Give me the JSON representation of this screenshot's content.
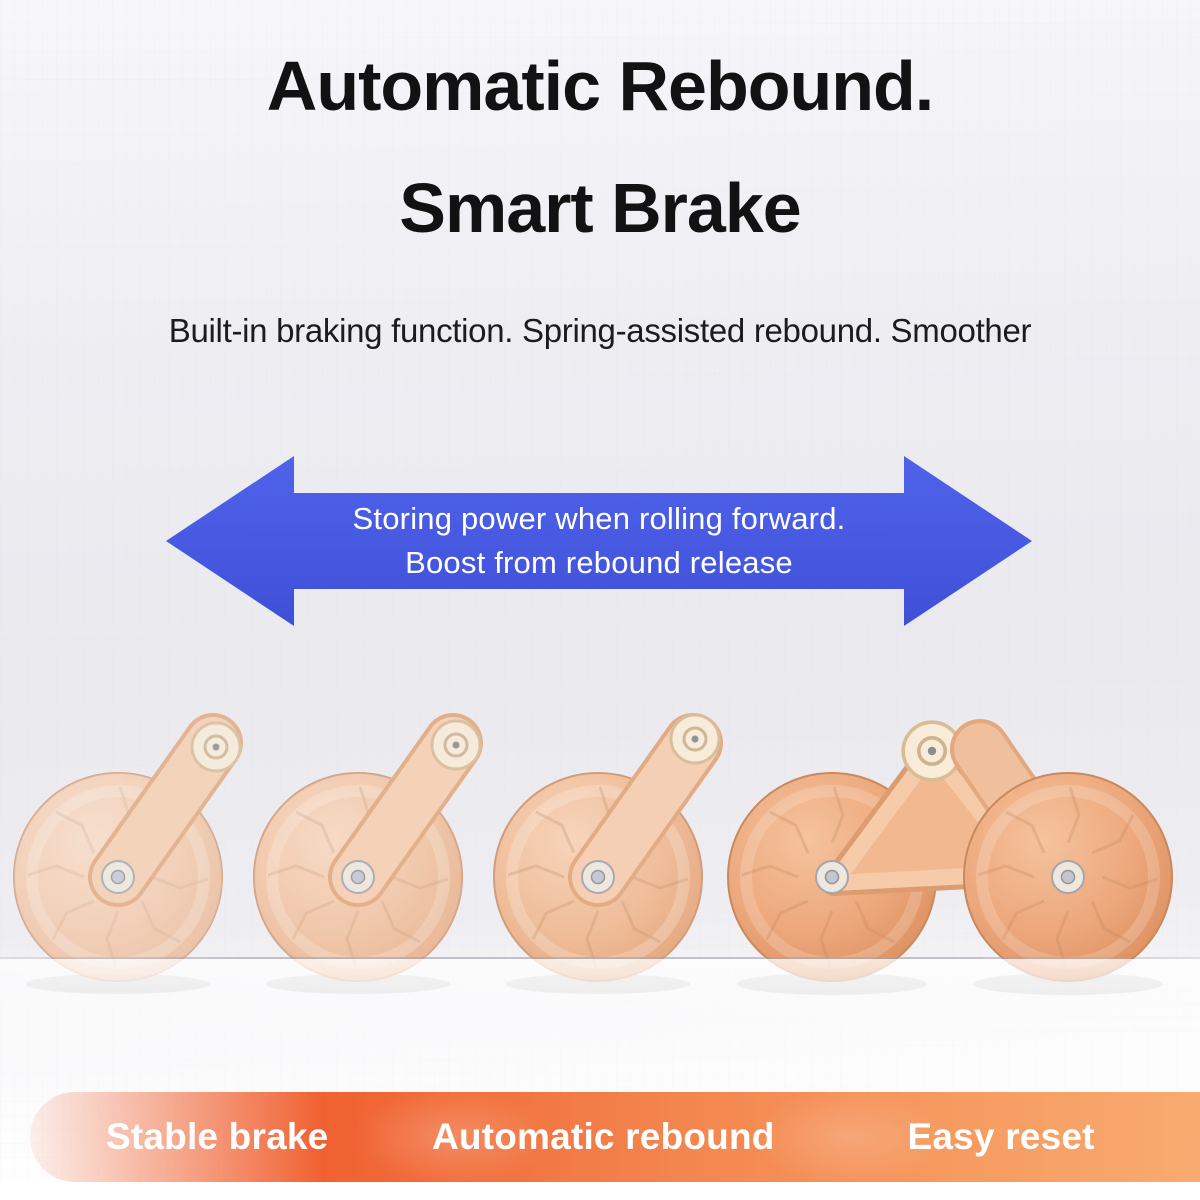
{
  "hero": {
    "title_line1": "Automatic Rebound.",
    "title_line2": "Smart Brake",
    "subtitle": "Built-in braking function. Spring-assisted rebound. Smoother"
  },
  "arrow_banner": {
    "line1": "Storing power when rolling forward.",
    "line2": "Boost from rebound release"
  },
  "features": [
    {
      "label": "Stable brake"
    },
    {
      "label": "Automatic rebound"
    },
    {
      "label": "Easy reset"
    }
  ],
  "product": {
    "description": "ab roller wheel rebound motion sequence",
    "frame_count": 5
  },
  "colors": {
    "headline": "#121212",
    "subtitle": "#1c1c1e",
    "arrow-blue": "#4656e0",
    "arrow-text": "#ffffff",
    "bar-gradient-start": "#ee4c25",
    "bar-gradient-end": "#f8ab70",
    "bar-text": "#ffffff",
    "wheel-peach": "#f0bb95",
    "wheel-orange": "#eda87c",
    "background": "#e9e9ee"
  }
}
